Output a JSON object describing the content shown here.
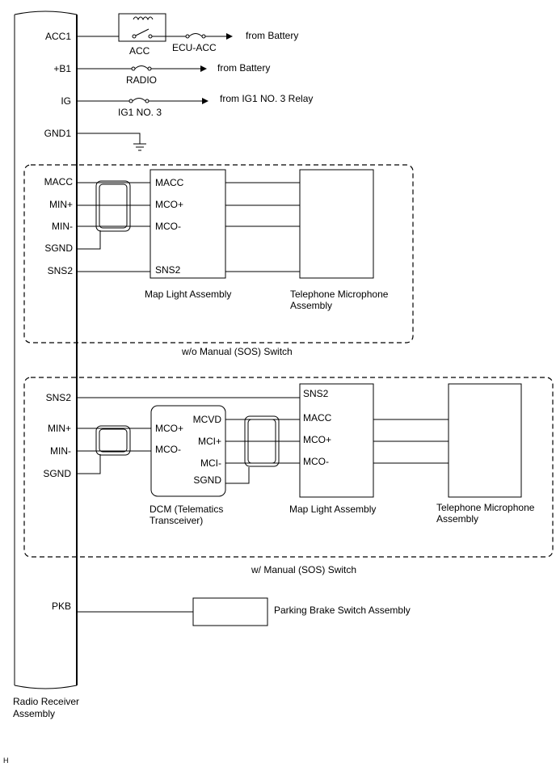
{
  "radio": {
    "name_line1": "Radio Receiver",
    "name_line2": "Assembly",
    "pins": {
      "acc1": "ACC1",
      "b1": "+B1",
      "ig": "IG",
      "gnd1": "GND1",
      "pkb": "PKB"
    }
  },
  "power": {
    "acc_relay": "ACC",
    "ecu_acc_fuse": "ECU-ACC",
    "radio_fuse": "RADIO",
    "ig1_fuse": "IG1 NO. 3",
    "from_battery_1": "from Battery",
    "from_battery_2": "from Battery",
    "from_ig1_relay": "from IG1 NO. 3 Relay"
  },
  "wo_sos": {
    "caption": "w/o Manual (SOS) Switch",
    "radio_pins": {
      "macc": "MACC",
      "min_plus": "MIN+",
      "min_minus": "MIN-",
      "sgnd": "SGND",
      "sns2": "SNS2"
    },
    "map_light": {
      "name": "Map Light Assembly",
      "pins": {
        "macc": "MACC",
        "mco_plus": "MCO+",
        "mco_minus": "MCO-",
        "sns2": "SNS2"
      }
    },
    "mic": {
      "name_line1": "Telephone Microphone",
      "name_line2": "Assembly"
    }
  },
  "w_sos": {
    "caption": "w/ Manual (SOS) Switch",
    "radio_pins": {
      "sns2": "SNS2",
      "min_plus": "MIN+",
      "min_minus": "MIN-",
      "sgnd": "SGND"
    },
    "dcm": {
      "name_line1": "DCM (Telematics",
      "name_line2": "Transceiver)",
      "pins": {
        "mco_plus": "MCO+",
        "mco_minus": "MCO-",
        "mcvd": "MCVD",
        "mci_plus": "MCI+",
        "mci_minus": "MCI-",
        "sgnd": "SGND"
      }
    },
    "map_light": {
      "name": "Map Light Assembly",
      "pins": {
        "sns2": "SNS2",
        "macc": "MACC",
        "mco_plus": "MCO+",
        "mco_minus": "MCO-"
      }
    },
    "mic": {
      "name_line1": "Telephone Microphone",
      "name_line2": "Assembly"
    }
  },
  "pkb_switch": {
    "name": "Parking Brake Switch Assembly"
  },
  "figure_code": "H"
}
